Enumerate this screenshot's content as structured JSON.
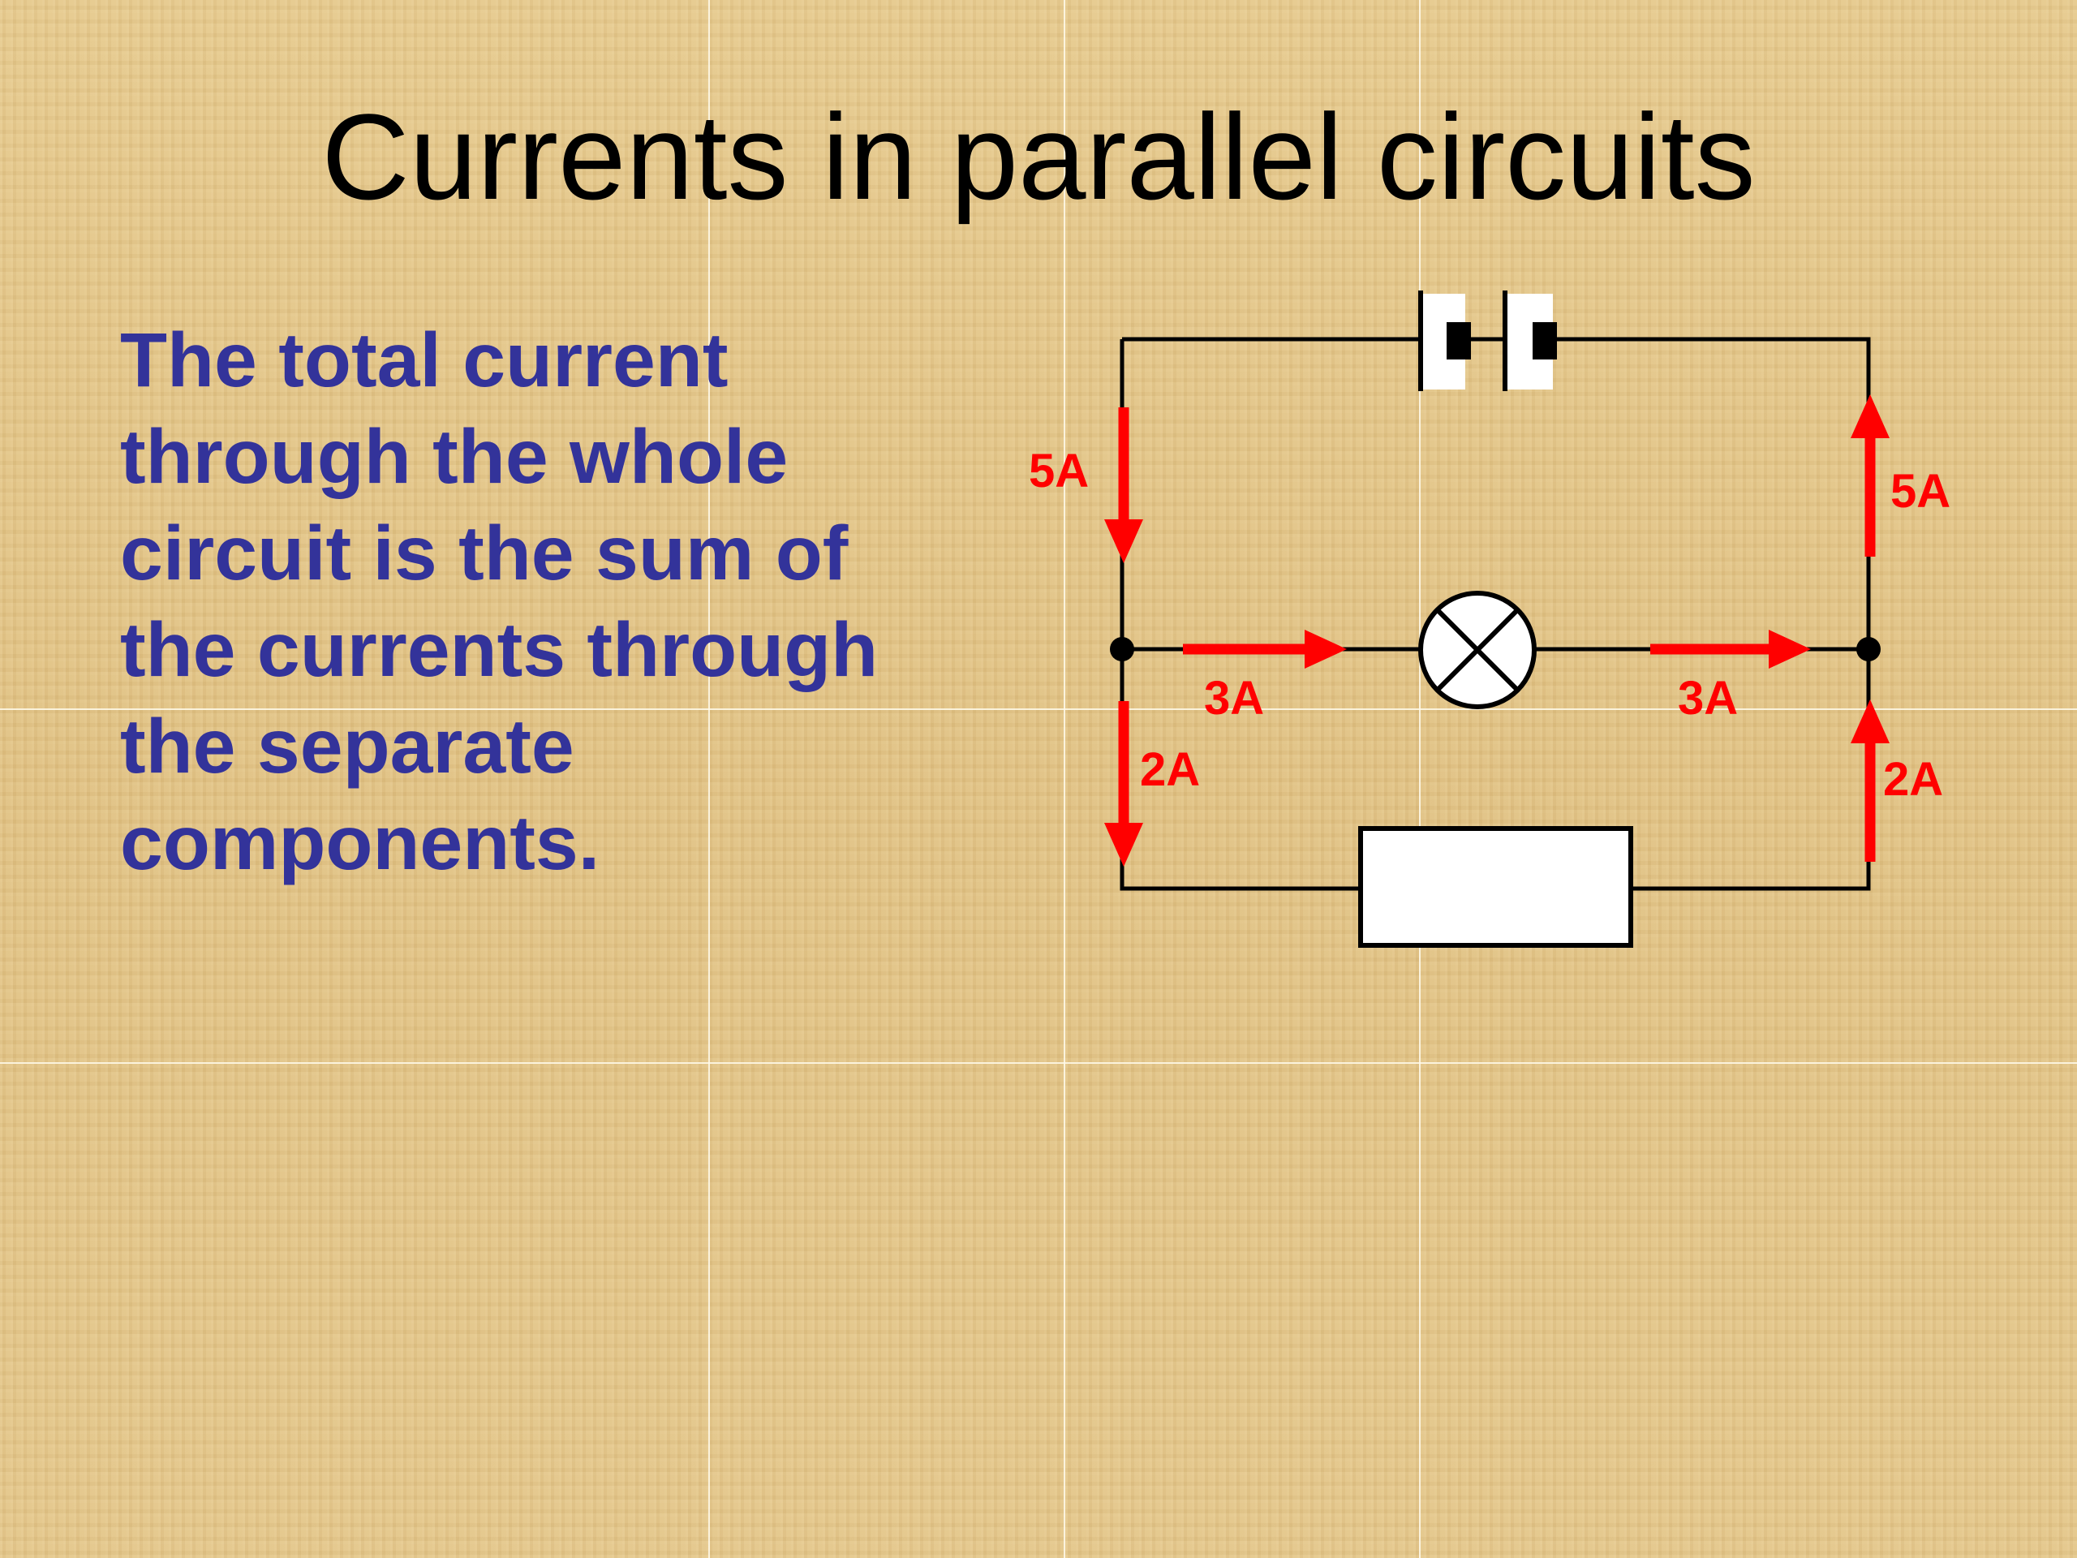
{
  "slide": {
    "title": "Currents in parallel circuits",
    "body_lines": [
      "The total current",
      "through the whole",
      "circuit is the sum of",
      "the currents through",
      "the separate",
      "components."
    ]
  },
  "diagram": {
    "components": {
      "cell": "battery-cell",
      "bulb": "lamp",
      "resistor": "resistor"
    },
    "current_labels": {
      "left_main": "5A",
      "right_main": "5A",
      "lamp_branch_in": "3A",
      "lamp_branch_out": "3A",
      "resistor_branch_in": "2A",
      "resistor_branch_out": "2A"
    }
  },
  "colors": {
    "title": "#000000",
    "body_text": "#33339a",
    "current_arrows": "#ff0000",
    "wires": "#000000",
    "background": "#e2c488"
  }
}
